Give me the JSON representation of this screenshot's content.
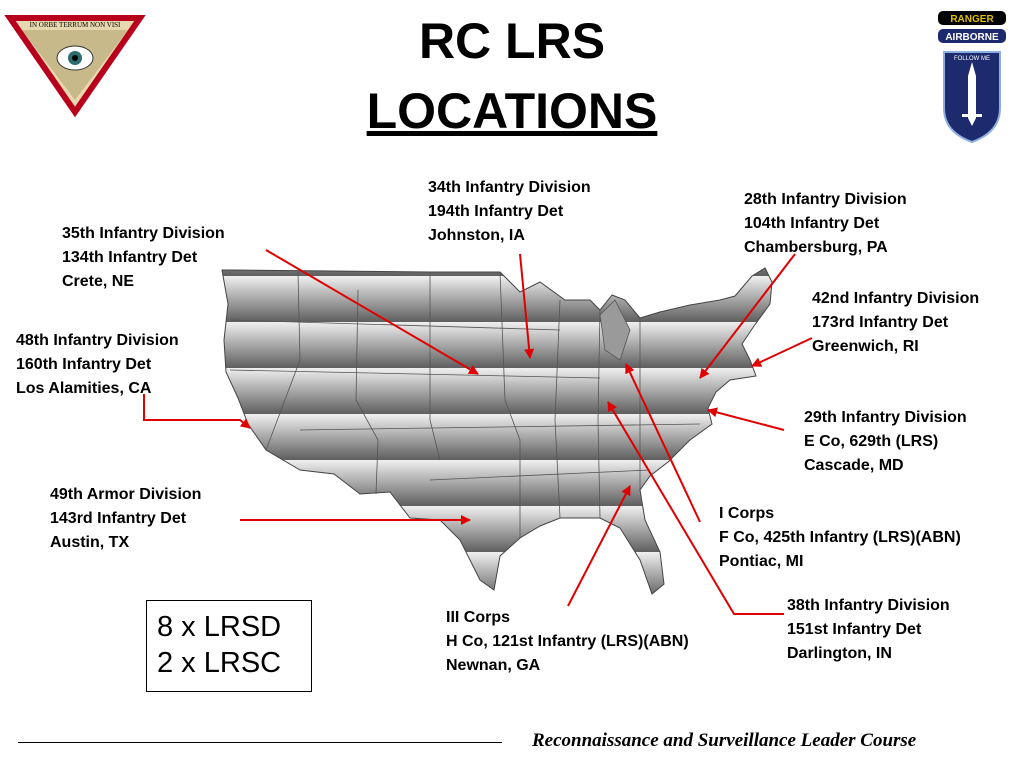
{
  "title": {
    "line1": "RC LRS",
    "line2": "LOCATIONS"
  },
  "left_emblem": {
    "motto": "IN ORBE TERRUM NON VISI",
    "icon": "eye-triangle-emblem"
  },
  "right_emblem": {
    "tab1": "RANGER",
    "tab2": "AIRBORNE",
    "shield_text": "FOLLOW ME",
    "icon": "ranger-airborne-patch"
  },
  "units": [
    {
      "lines": [
        "34th Infantry Division",
        "194th Infantry Det",
        "Johnston, IA"
      ]
    },
    {
      "lines": [
        "28th Infantry Division",
        "104th Infantry Det",
        "Chambersburg, PA"
      ]
    },
    {
      "lines": [
        "35th Infantry Division",
        "134th Infantry Det",
        "Crete, NE"
      ]
    },
    {
      "lines": [
        "42nd Infantry Division",
        "173rd Infantry Det",
        "Greenwich, RI"
      ]
    },
    {
      "lines": [
        "48th Infantry Division",
        "160th Infantry Det",
        "Los Alamities, CA"
      ]
    },
    {
      "lines": [
        "29th Infantry Division",
        "E Co, 629th (LRS)",
        "Cascade, MD"
      ]
    },
    {
      "lines": [
        "49th Armor Division",
        "143rd Infantry Det",
        "Austin, TX"
      ]
    },
    {
      "lines": [
        "I Corps",
        "F Co, 425th Infantry (LRS)(ABN)",
        "Pontiac, MI"
      ]
    },
    {
      "lines": [
        "38th Infantry Division",
        "151st Infantry Det",
        "Darlington, IN"
      ]
    },
    {
      "lines": [
        "III Corps",
        "H Co, 121st Infantry (LRS)(ABN)",
        "Newnan, GA"
      ]
    }
  ],
  "count_box": {
    "line1": "8 x LRSD",
    "line2": "2 x LRSC"
  },
  "footer": "Reconnaissance and Surveillance Leader Course",
  "colors": {
    "arrow": "#e00000",
    "map_light": "#d0d0d0",
    "map_dark": "#6a6a6a",
    "emblem_red": "#b8001c",
    "patch_blue": "#1e2a6e"
  }
}
